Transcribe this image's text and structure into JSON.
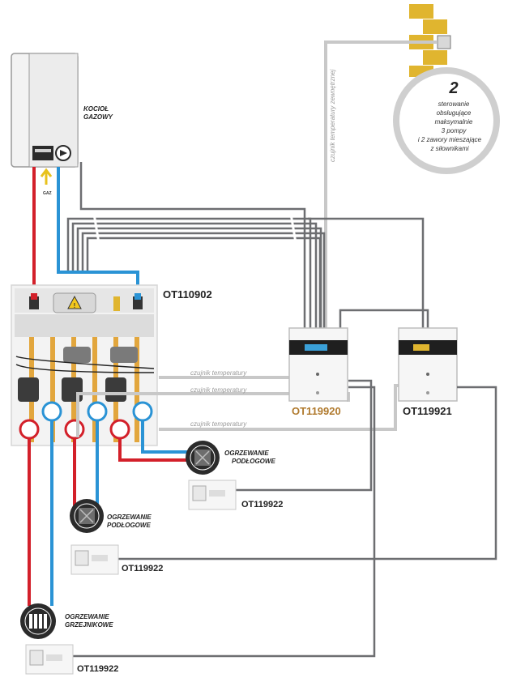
{
  "boiler": {
    "label_line1": "KOCIOŁ",
    "label_line2": "GAZOWY",
    "gas_label": "GAZ"
  },
  "distributor": {
    "model": "OT110902"
  },
  "controller_left": {
    "model": "OT119920",
    "accent": "#b07a2e"
  },
  "controller_right": {
    "model": "OT119921"
  },
  "thermostats": [
    {
      "model": "OT119922"
    },
    {
      "model": "OT119922"
    },
    {
      "model": "OT119922"
    }
  ],
  "circuits": [
    {
      "line1": "OGRZEWANIE",
      "line2": "PODŁOGOWE",
      "icon": "floor-heating-icon"
    },
    {
      "line1": "OGRZEWANIE",
      "line2": "PODŁOGOWE",
      "icon": "floor-heating-icon"
    },
    {
      "line1": "OGRZEWANIE",
      "line2": "GRZEJNIKOWE",
      "icon": "radiator-icon"
    }
  ],
  "sensor_labels": {
    "outdoor": "czujnik temperatury zewnętrznej",
    "temp1": "czujnik temperatury",
    "temp2": "czujnik temperatury",
    "temp3": "czujnik temperatury"
  },
  "info_badge": {
    "number": "2",
    "lines": [
      "sterowanie",
      "obsługujące",
      "maksymalnie",
      "3 pompy",
      "i 2 zawory mieszające",
      "z siłownikami"
    ]
  },
  "colors": {
    "supply": "#d3202a",
    "return": "#2a93d5",
    "cable": "#6d6e71",
    "sensor_cable": "#c8c8c8",
    "wall": "#e0b52f"
  }
}
